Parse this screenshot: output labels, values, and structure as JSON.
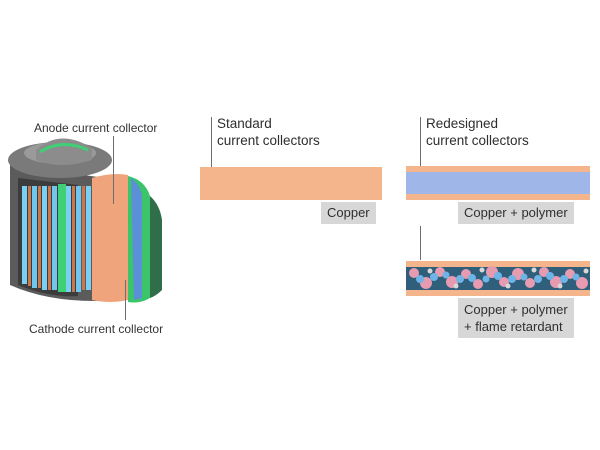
{
  "battery": {
    "anode_label": "Anode current collector",
    "cathode_label": "Cathode current collector"
  },
  "standard": {
    "heading_line1": "Standard",
    "heading_line2": "current collectors",
    "material_tag": "Copper"
  },
  "redesigned": {
    "heading_line1": "Redesigned",
    "heading_line2": "current collectors",
    "top_tag": "Copper + polymer",
    "bottom_tag_line1": "Copper + polymer",
    "bottom_tag_line2": "+ flame retardant"
  },
  "colors": {
    "copper": "#f5b58c",
    "polymer": "#9fb7e8",
    "tag_gray": "#d7d7d7",
    "battery_green": "#3cc46a",
    "battery_blue": "#5bbbe8"
  }
}
